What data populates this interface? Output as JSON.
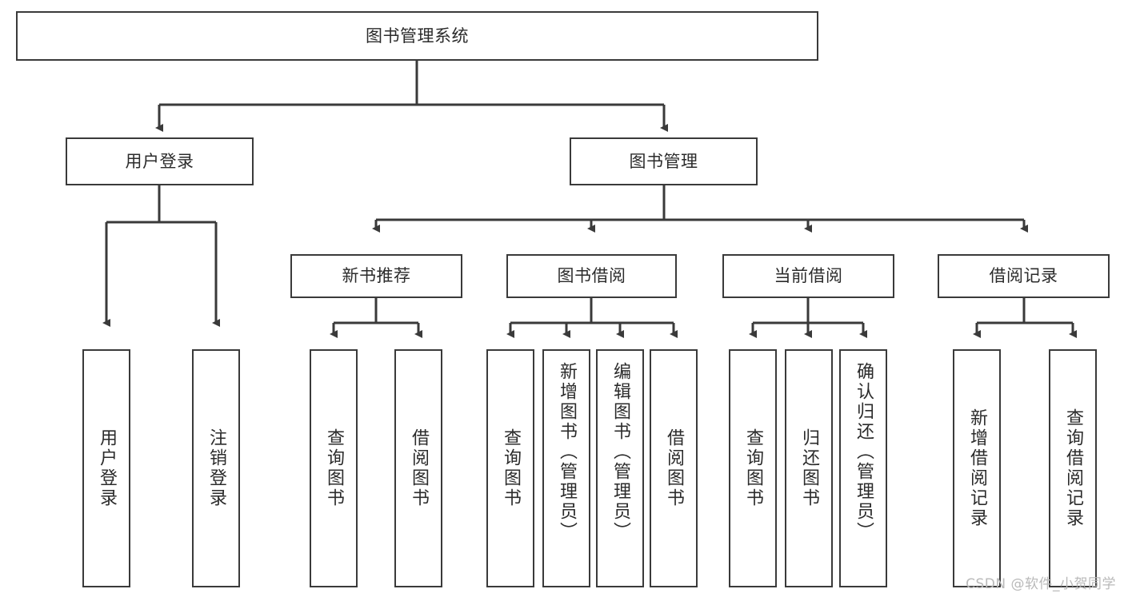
{
  "diagram": {
    "title": "图书管理系统",
    "type": "tree-hierarchy-chart",
    "stroke_color": "#3a3a3a",
    "fill_color": "#ffffff",
    "text_color": "#2b2b2b"
  },
  "nodes": {
    "root": {
      "label": "图书管理系统"
    },
    "level2": [
      {
        "label": "用户登录"
      },
      {
        "label": "图书管理"
      }
    ],
    "level3": [
      {
        "label": "新书推荐"
      },
      {
        "label": "图书借阅"
      },
      {
        "label": "当前借阅"
      },
      {
        "label": "借阅记录"
      }
    ],
    "leaves_user_login": [
      {
        "label": "用户登录"
      },
      {
        "label": "注销登录"
      }
    ],
    "leaves_new_book": [
      {
        "label": "查询图书"
      },
      {
        "label": "借阅图书"
      }
    ],
    "leaves_borrow": [
      {
        "label": "查询图书"
      },
      {
        "label": "新增图书（管理员）"
      },
      {
        "label": "编辑图书（管理员）"
      },
      {
        "label": "借阅图书"
      }
    ],
    "leaves_current": [
      {
        "label": "查询图书"
      },
      {
        "label": "归还图书"
      },
      {
        "label": "确认归还（管理员）"
      }
    ],
    "leaves_records": [
      {
        "label": "新增借阅记录"
      },
      {
        "label": "查询借阅记录"
      }
    ]
  },
  "watermark": {
    "text": "CSDN @软件_小贺同学"
  }
}
